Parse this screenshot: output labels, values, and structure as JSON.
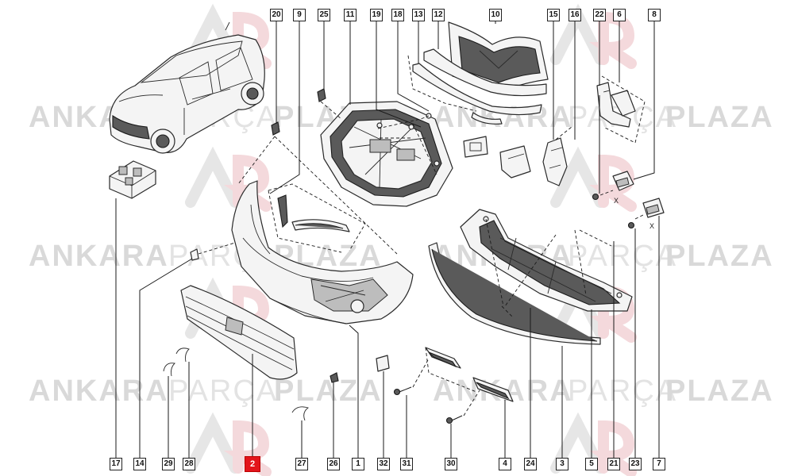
{
  "watermark": {
    "word1": "ANKARA",
    "word2": "PARÇA",
    "word3": "PLAZA",
    "accent_color": "#e3141b"
  },
  "callouts": {
    "c20": "20",
    "c9": "9",
    "c25": "25",
    "c11": "11",
    "c19": "19",
    "c18": "18",
    "c13": "13",
    "c12": "12",
    "c10": "10",
    "c15": "15",
    "c16": "16",
    "c22": "22",
    "c6": "6",
    "c8": "8",
    "c17": "17",
    "c14": "14",
    "c29": "29",
    "c28": "28",
    "c2": "2",
    "c27": "27",
    "c26": "26",
    "c1": "1",
    "c32": "32",
    "c31": "31",
    "c30": "30",
    "c4": "4",
    "c24": "24",
    "c3": "3",
    "c5": "5",
    "c21": "21",
    "c23": "23",
    "c7": "7"
  },
  "markers": {
    "x1": "X",
    "x2": "X"
  },
  "highlighted_part": "2"
}
